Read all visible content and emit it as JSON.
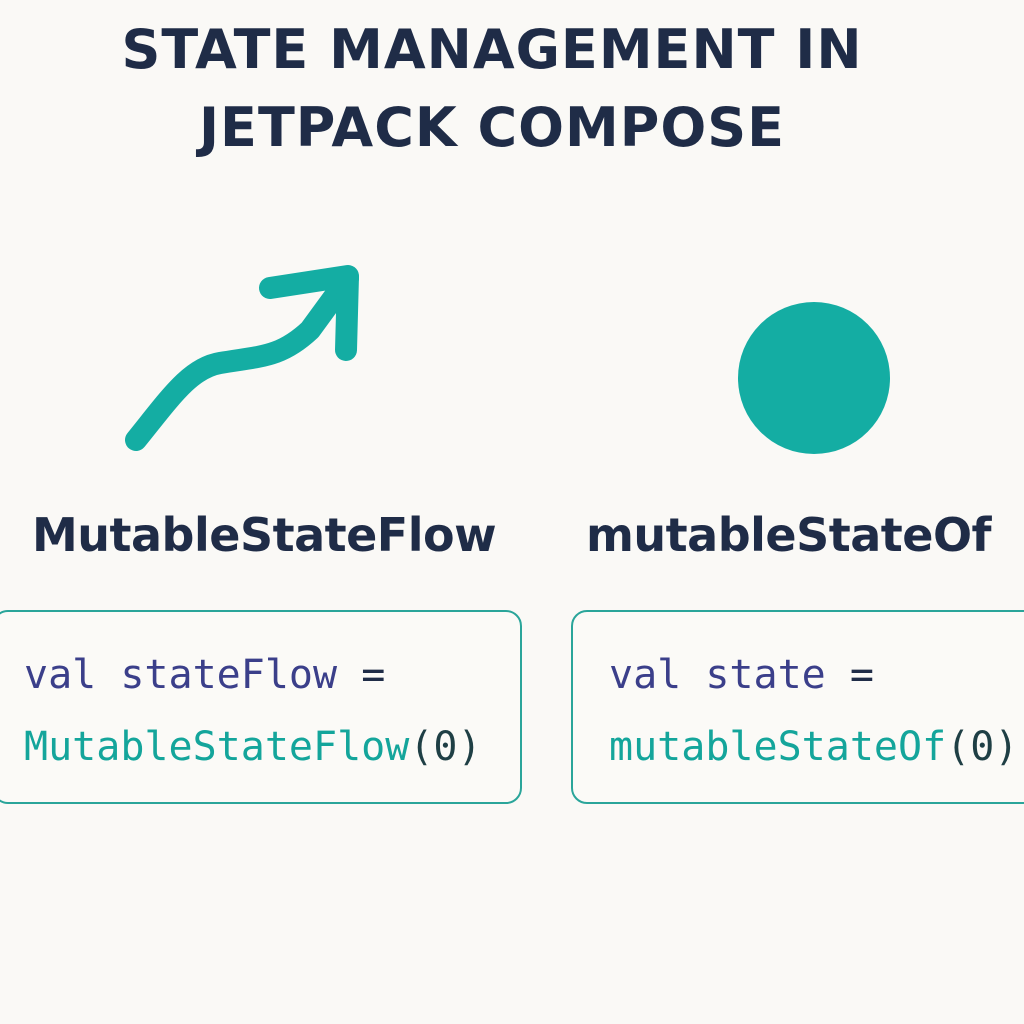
{
  "title": {
    "line1": "STATE MANAGEMENT IN",
    "line2": "JETPACK COMPOSE"
  },
  "colors": {
    "accent": "#14ada3",
    "text_dark": "#1f2c47",
    "keyword": "#3b3f8a",
    "background": "#faf9f6"
  },
  "left": {
    "icon": "trending-arrow-icon",
    "heading": "MutableStateFlow",
    "code": {
      "keyword": "val",
      "variable": "stateFlow",
      "operator": "=",
      "function": "MutableStateFlow",
      "args": "(0)"
    }
  },
  "right": {
    "icon": "circle-icon",
    "heading": "mutableStateOf",
    "code": {
      "keyword": "val",
      "variable": "state",
      "operator": "=",
      "function": "mutableStateOf",
      "args": "(0)"
    }
  }
}
